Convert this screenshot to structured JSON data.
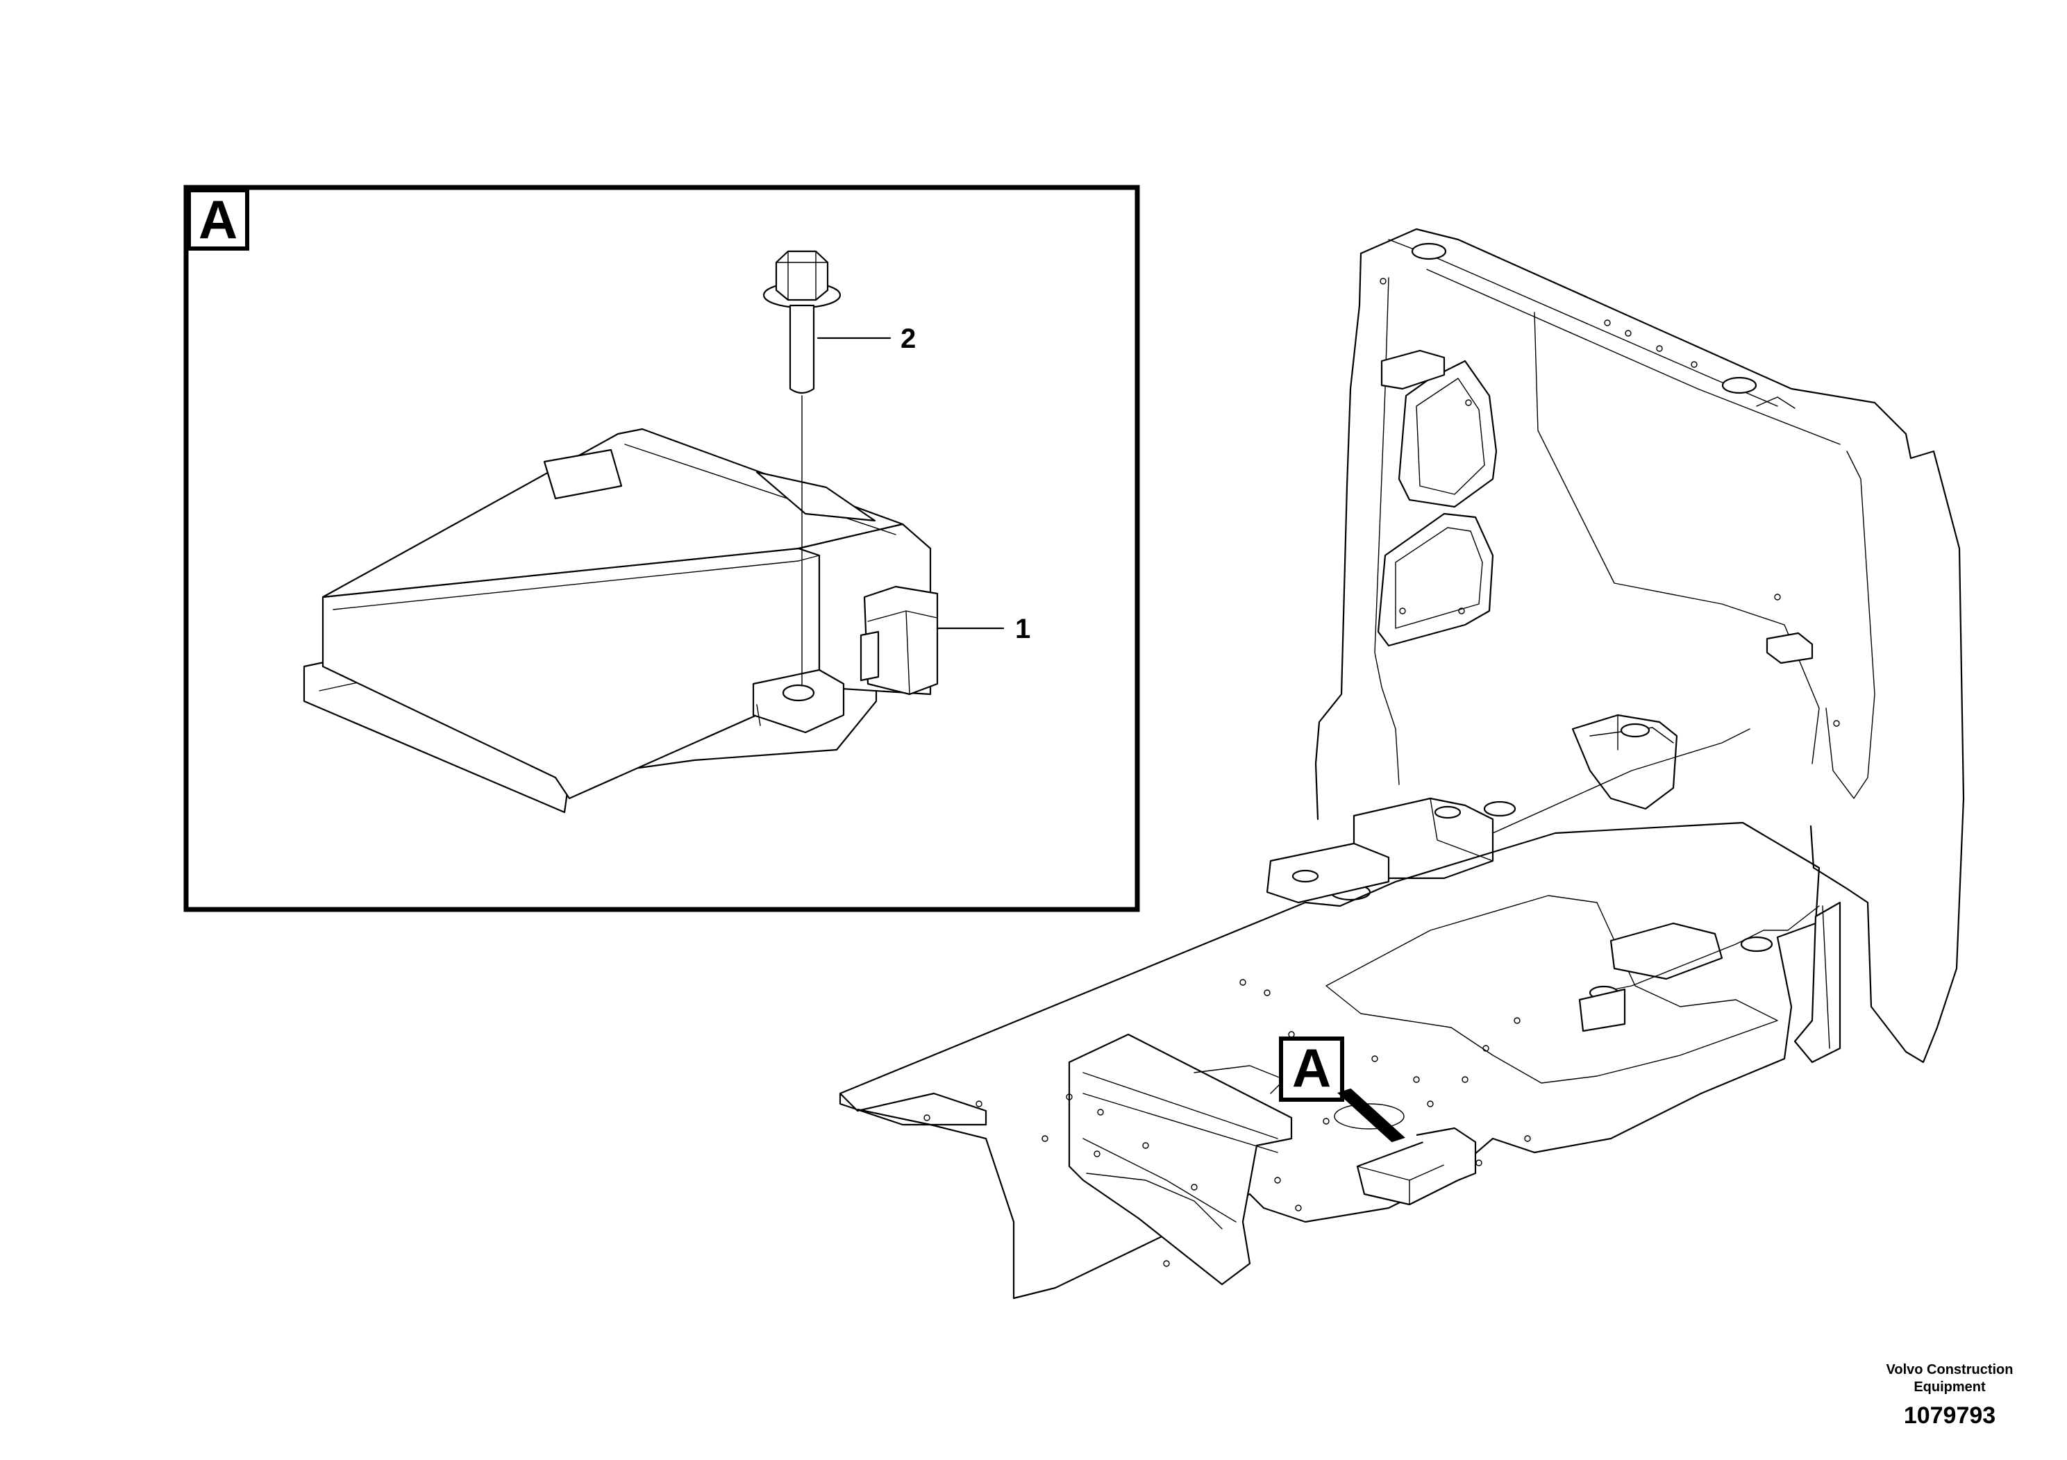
{
  "detail_view": {
    "label": "A",
    "callouts": [
      {
        "number": "1",
        "part": "control unit"
      },
      {
        "number": "2",
        "part": "flange screw"
      }
    ]
  },
  "overview": {
    "view_marker": "A"
  },
  "footer": {
    "brand_line1": "Volvo Construction",
    "brand_line2": "Equipment",
    "drawing_number": "1079793"
  }
}
